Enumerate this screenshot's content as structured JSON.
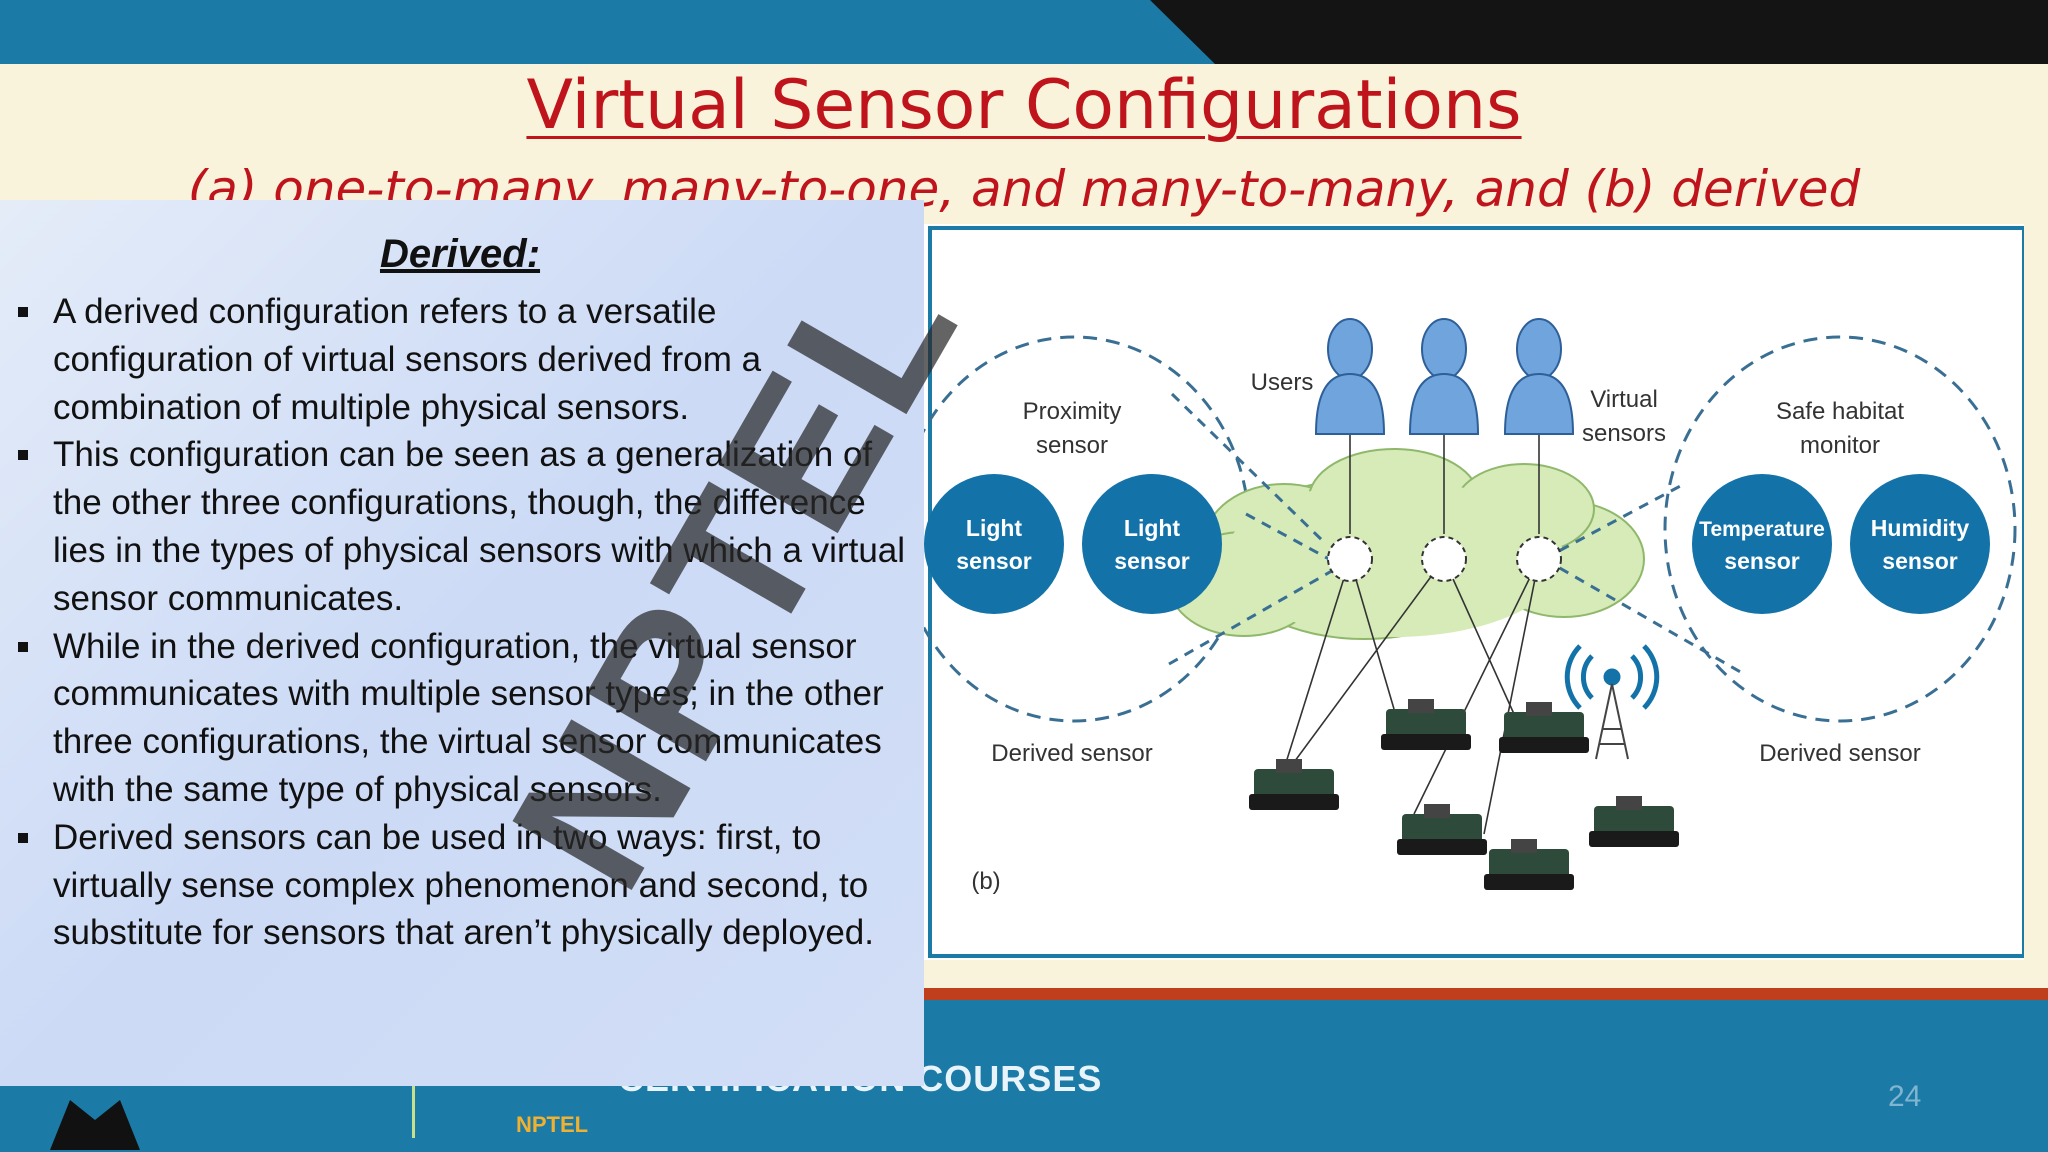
{
  "slide": {
    "title": "Virtual Sensor Configurations",
    "subtitle": "(a) one-to-many, many-to-one, and many-to-many, and (b) derived",
    "page_number": "24",
    "watermark": "NPTEL"
  },
  "panel": {
    "heading": "Derived:",
    "bullets": [
      "A derived configuration refers to a versatile configuration of virtual sensors derived from a combination of multiple physical sensors.",
      "This configuration can be seen as a generalization of the other three configurations, though, the difference lies in the types of physical sensors with which a virtual sensor communicates.",
      "While in the derived configuration, the virtual sensor  communicates with multiple sensor types; in the other three configurations, the virtual sensor communicates with the same type of physical sensors.",
      "Derived sensors can be used in two ways: first, to virtually sense complex phenomenon and second, to substitute for sensors that aren’t physically deployed."
    ]
  },
  "figure": {
    "proximity_label_1": "Proximity",
    "proximity_label_2": "sensor",
    "light_1a": "Light",
    "light_1b": "sensor",
    "light_2a": "Light",
    "light_2b": "sensor",
    "users_label": "Users",
    "virtual_label_1": "Virtual",
    "virtual_label_2": "sensors",
    "habitat_label_1": "Safe habitat",
    "habitat_label_2": "monitor",
    "temp_a": "Temperature",
    "temp_b": "sensor",
    "humidity_a": "Humidity",
    "humidity_b": "sensor",
    "derived_left": "Derived sensor",
    "derived_right": "Derived sensor",
    "panel_tag": "(b)"
  },
  "footer": {
    "courses_text": "CERTIFICATION COURSES",
    "nptel_text": "NPTEL"
  },
  "colors": {
    "title": "#c0141c",
    "top_band": "#1b7aa6",
    "sensor_blue": "#1372a8",
    "cloud_green": "#d6ebb8"
  }
}
